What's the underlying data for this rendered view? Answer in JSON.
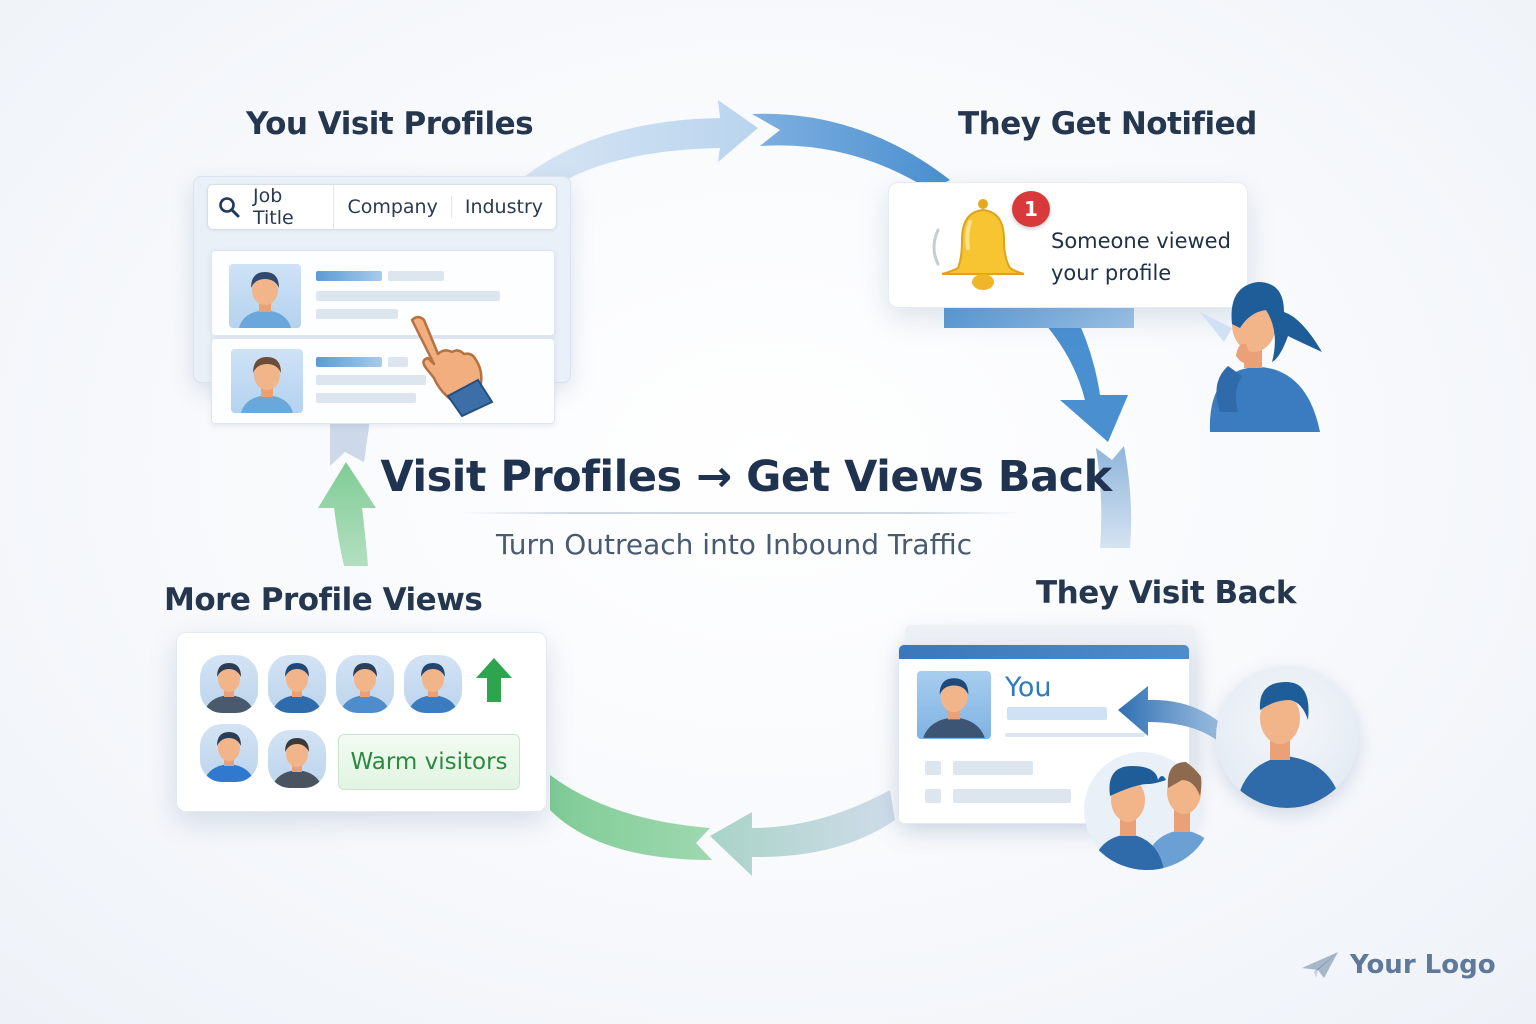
{
  "diagram": {
    "title": "Visit Profiles → Get Views Back",
    "subtitle": "Turn Outreach into Inbound Traffic",
    "stages": [
      {
        "id": "you-visit",
        "title": "You Visit Profiles"
      },
      {
        "id": "they-notified",
        "title": "They Get Notified"
      },
      {
        "id": "they-visit-back",
        "title": "They Visit Back"
      },
      {
        "id": "more-views",
        "title": "More Profile Views"
      }
    ],
    "flow": [
      "You Visit Profiles",
      "They Get Notified",
      "They Visit Back",
      "More Profile Views",
      "You Visit Profiles"
    ]
  },
  "search": {
    "icon": "search-icon",
    "filters": [
      "Job Title",
      "Company",
      "Industry"
    ]
  },
  "notification": {
    "icon": "bell-icon",
    "badge_count": "1",
    "line1": "Someone viewed",
    "line2": "your profile"
  },
  "visit_back": {
    "profile_name": "You"
  },
  "more_views": {
    "visitor_count_shown": 6,
    "trend_icon": "up-arrow-icon",
    "tag": "Warm visitors"
  },
  "colors": {
    "title": "#1f3350",
    "blue_arrow": "#4a8fd0",
    "green_arrow": "#7fcc95",
    "badge": "#d9393b",
    "bell": "#f5c12e",
    "warm_text": "#2b8a3e"
  },
  "logo": {
    "icon": "paper-plane-icon",
    "text": "Your Logo"
  }
}
